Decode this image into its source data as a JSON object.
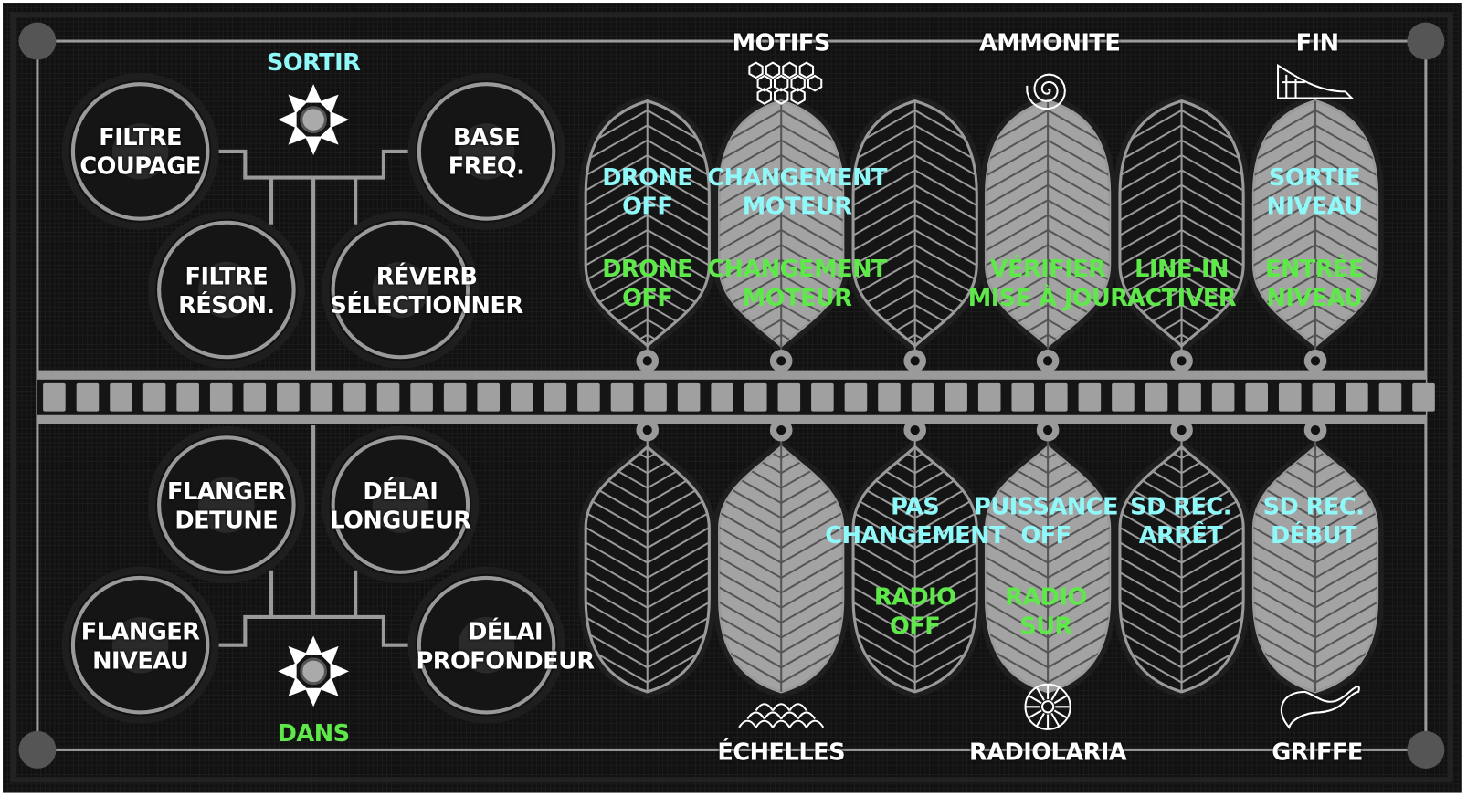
{
  "colors": {
    "cyan": "#8ff8f8",
    "green": "#5fe84a",
    "panel": "#111111",
    "trace": "#9a9a9a"
  },
  "knobs": [
    {
      "id": "filtre-coupage",
      "label": "FILTRE\nCOUPAGE"
    },
    {
      "id": "base-freq",
      "label": "BASE\nFREQ."
    },
    {
      "id": "filtre-reson",
      "label": "FILTRE\nRÉSON."
    },
    {
      "id": "reverb-selectionner",
      "label": "RÉVERB\nSÉLECTIONNER"
    },
    {
      "id": "flanger-detune",
      "label": "FLANGER\nDETUNE"
    },
    {
      "id": "delai-longueur",
      "label": "DÉLAI\nLONGUEUR"
    },
    {
      "id": "flanger-niveau",
      "label": "FLANGER\nNIVEAU"
    },
    {
      "id": "delai-profondeur",
      "label": "DÉLAI\nPROFONDEUR"
    }
  ],
  "jacks": {
    "out": "SORTIR",
    "in": "DANS"
  },
  "top_icons": [
    {
      "label": "MOTIFS",
      "icon": "honeycomb-icon"
    },
    {
      "label": "AMMONITE",
      "icon": "ammonite-icon"
    },
    {
      "label": "FIN",
      "icon": "fin-icon"
    }
  ],
  "bottom_icons": [
    {
      "label": "ÉCHELLES",
      "icon": "scales-icon"
    },
    {
      "label": "RADIOLARIA",
      "icon": "radiolaria-icon"
    },
    {
      "label": "GRIFFE",
      "icon": "claw-icon"
    }
  ],
  "pad_labels": {
    "top_cyan": [
      "DRONE\nOFF",
      "CHANGEMENT\nMOTEUR",
      "SORTIE\nNIVEAU"
    ],
    "top_green": [
      "DRONE\nOFF",
      "CHANGEMENT\nMOTEUR",
      "VÉRIFIER\nMISE À JOUR",
      "LINE-IN\nACTIVER",
      "ENTRÉE\nNIVEAU"
    ],
    "bottom_cyan": [
      "PAS\nCHANGEMENT",
      "PUISSANCE\nOFF",
      "SD REC.\nARRÊT",
      "SD REC.\nDÉBUT"
    ],
    "bottom_green": [
      "RADIO\nOFF",
      "RADIO\nSUR"
    ]
  }
}
